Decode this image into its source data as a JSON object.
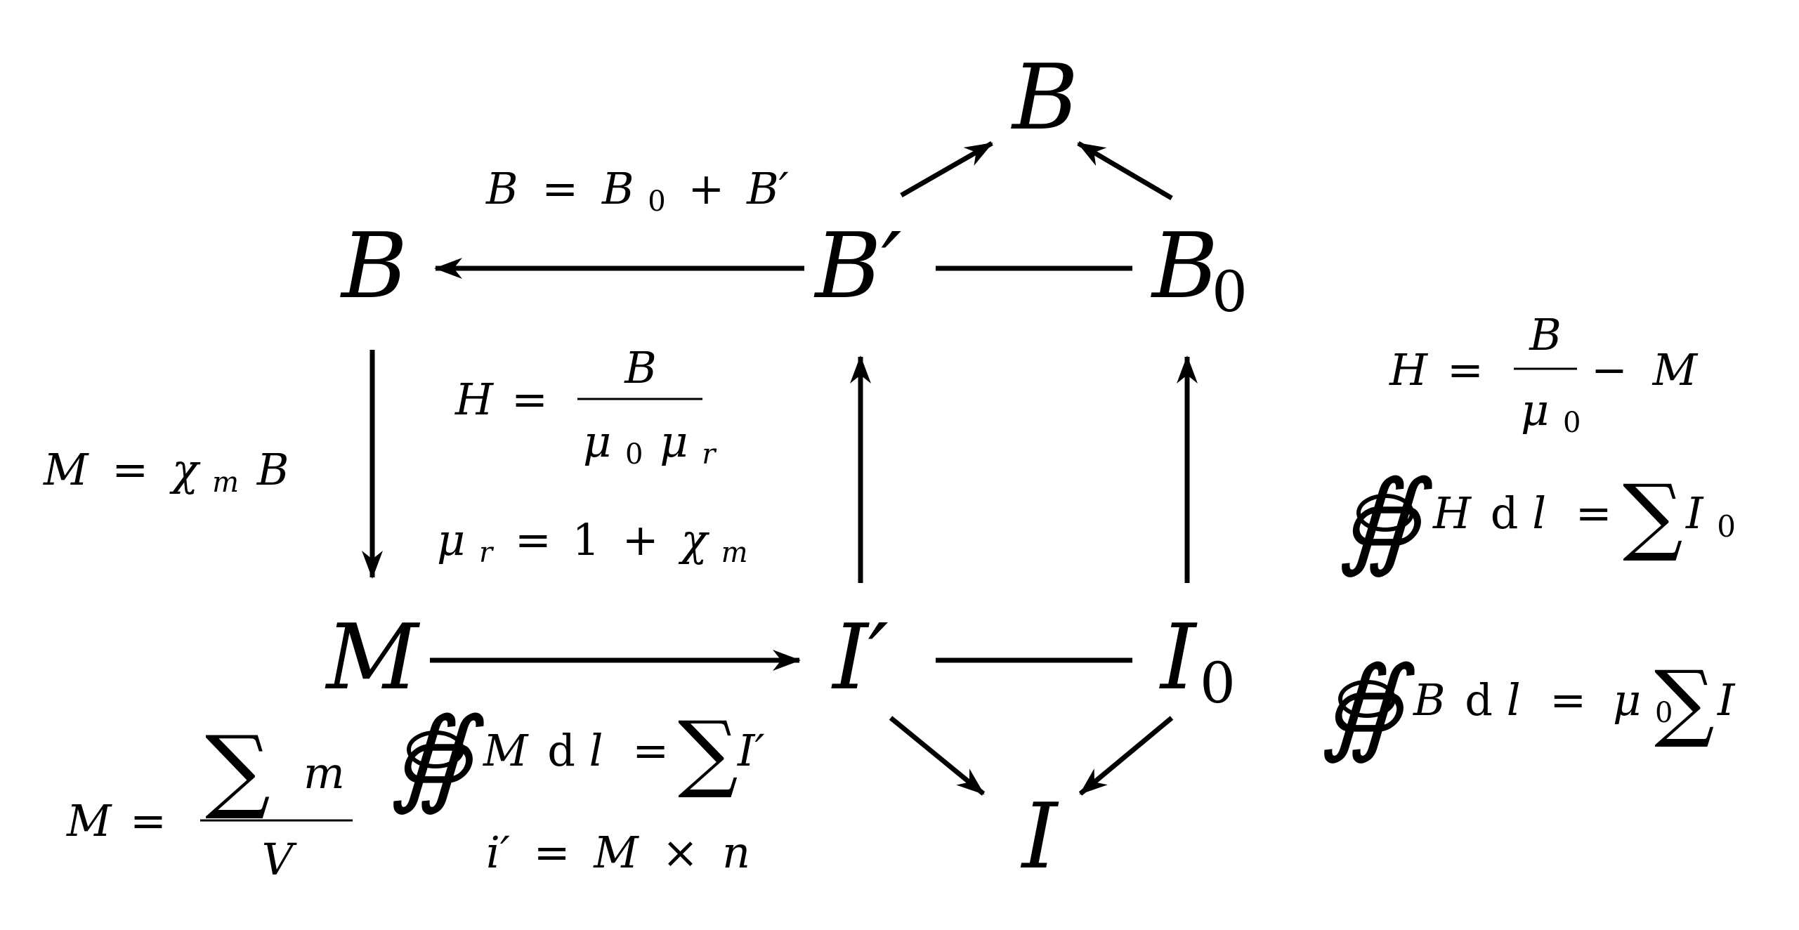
{
  "nodes": {
    "b_top": {
      "base": "B",
      "sub": ""
    },
    "b_left": {
      "base": "B",
      "sub": ""
    },
    "b_prime": {
      "base": "B′",
      "sub": ""
    },
    "b_zero": {
      "base": "B",
      "sub": "0"
    },
    "m_node": {
      "base": "M",
      "sub": ""
    },
    "i_prime": {
      "base": "I′",
      "sub": ""
    },
    "i_zero": {
      "base": "I",
      "sub": "0"
    },
    "i_bottom": {
      "base": "I",
      "sub": ""
    }
  },
  "equations": {
    "b_sum": {
      "lhs": "B",
      "eq": "=",
      "r1": "B",
      "r1sub": "0",
      "plus": "+",
      "r2": "B′"
    },
    "h_over_mu": {
      "lhs": "H",
      "eq": "=",
      "num": "B",
      "den": "μ",
      "den_sub": "0",
      "den2": "μ",
      "den2_sub": "r"
    },
    "mu_r": {
      "lhs": "μ",
      "lhs_sub": "r",
      "eq": "=",
      "one": "1",
      "plus": "+",
      "chi": "χ",
      "chi_sub": "m"
    },
    "m_chi": {
      "lhs": "M",
      "eq": "=",
      "chi": "χ",
      "chi_sub": "m",
      "rhs": "B"
    },
    "m_sum_m": {
      "lhs": "M",
      "eq": "=",
      "sum": "∑",
      "num": "m",
      "den": "V"
    },
    "oint_m": {
      "integral": "∯",
      "var": "M",
      "d": "d",
      "l": "l",
      "eq": "=",
      "sum": "∑",
      "rhs": "I′"
    },
    "i_prime_mn": {
      "lhs": "i′",
      "eq": "=",
      "m": "M",
      "times": "×",
      "n": "n"
    },
    "h_b_mu_m": {
      "lhs": "H",
      "eq": "=",
      "num": "B",
      "den": "μ",
      "den_sub": "0",
      "minus": "−",
      "rhs": "M"
    },
    "oint_h": {
      "integral": "∯",
      "var": "H",
      "d": "d",
      "l": "l",
      "eq": "=",
      "sum": "∑",
      "rhs": "I",
      "rhs_sub": "0"
    },
    "oint_b": {
      "integral": "∯",
      "var": "B",
      "d": "d",
      "l": "l",
      "eq": "=",
      "mu": "μ",
      "mu_sub": "0",
      "sum": "∑",
      "rhs": "I"
    }
  }
}
